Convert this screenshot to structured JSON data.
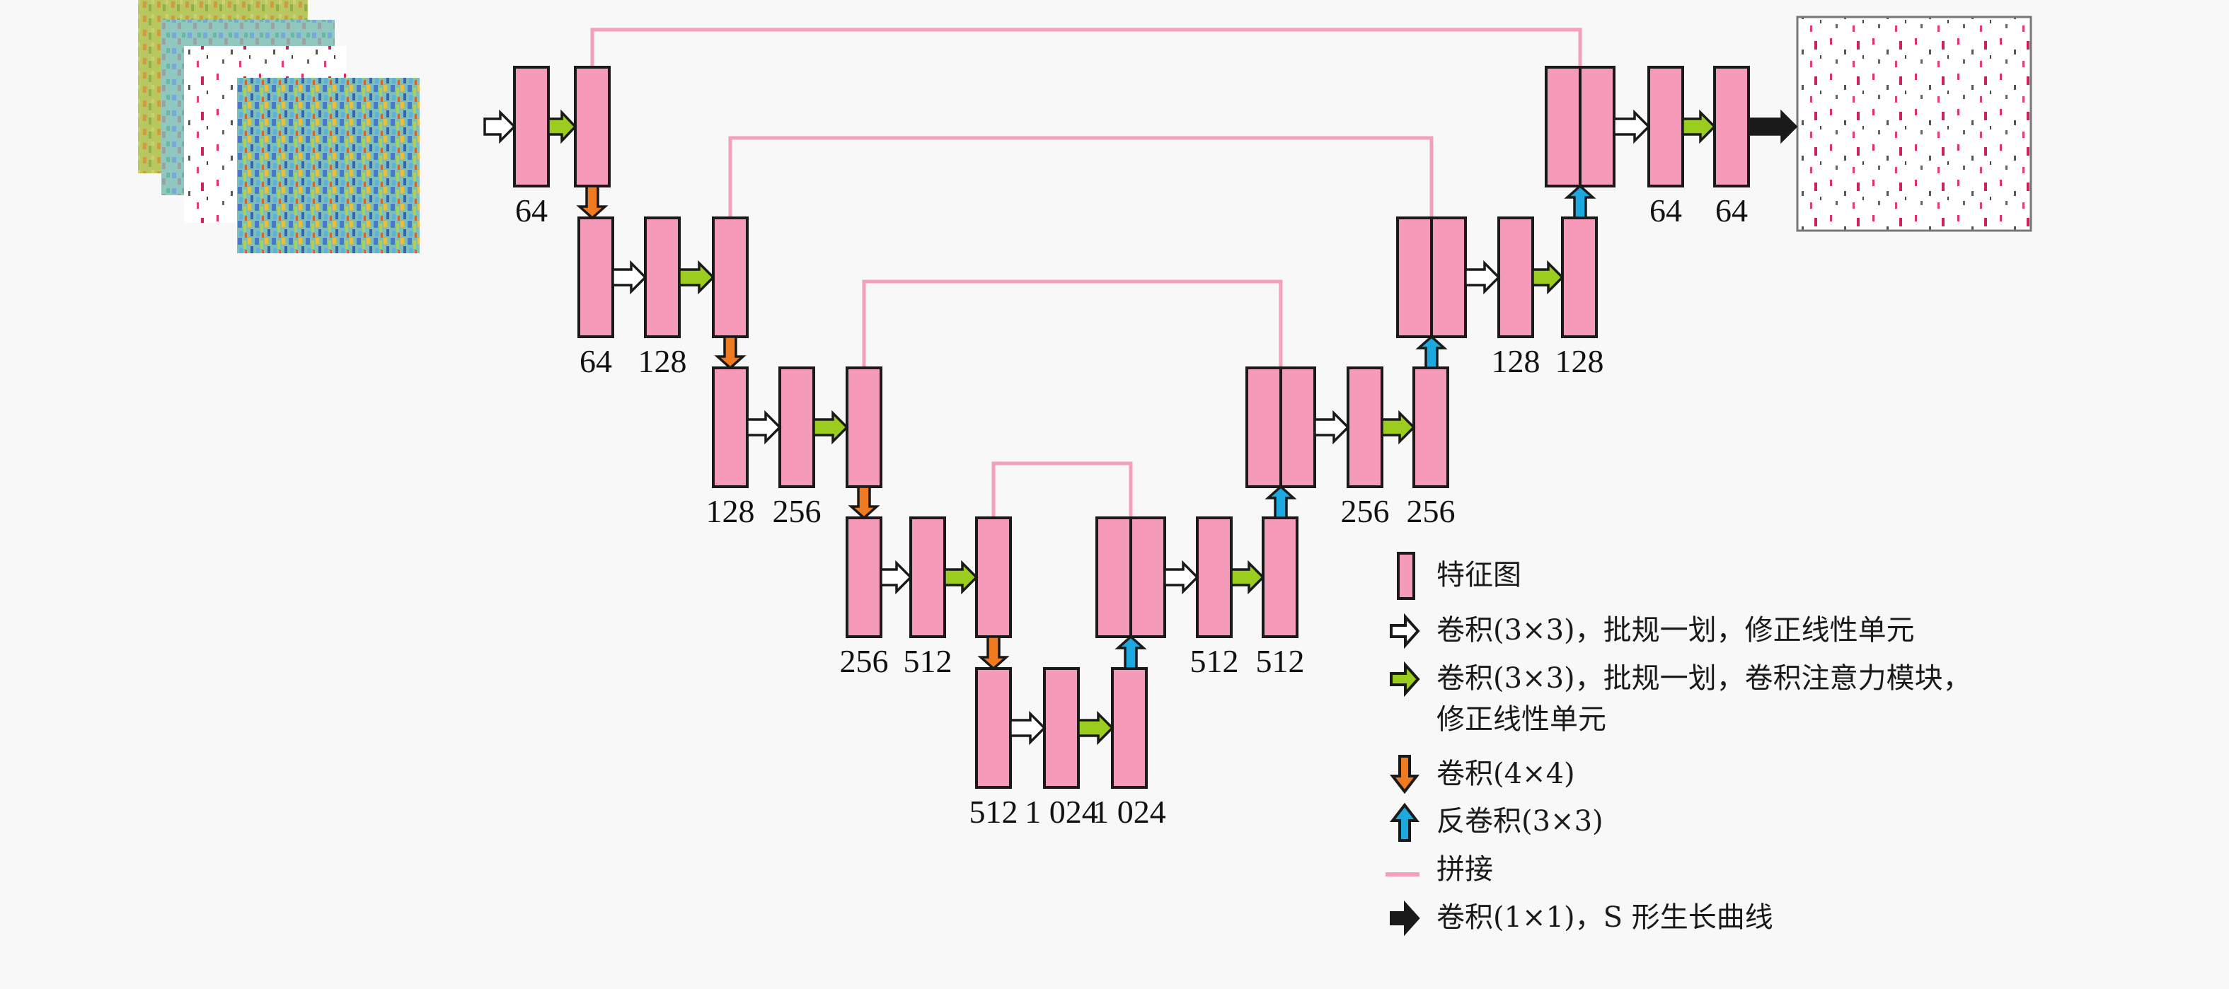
{
  "colors": {
    "feature_map_fill": "#f59ab8",
    "feature_map_stroke": "#1a1a1a",
    "skip_line": "#f4a0bc",
    "conv3_plain_arrow": "#ffffff",
    "conv3_attention_arrow": "#9acd1e",
    "down_conv_arrow": "#f07a20",
    "deconv_arrow": "#1ea8e0",
    "final_arrow": "#1a1a1a"
  },
  "input_image": {
    "name": "input-multichannel-image"
  },
  "output_image": {
    "name": "output-segmentation-map"
  },
  "encoder": [
    {
      "level": 0,
      "labels": [
        "64",
        ""
      ]
    },
    {
      "level": 1,
      "labels": [
        "64",
        "128",
        ""
      ]
    },
    {
      "level": 2,
      "labels": [
        "128",
        "256",
        ""
      ]
    },
    {
      "level": 3,
      "labels": [
        "256",
        "512",
        ""
      ]
    },
    {
      "level": 4,
      "labels": [
        "512",
        "1 024",
        "1 024"
      ]
    }
  ],
  "decoder": [
    {
      "level": 3,
      "labels": [
        "512",
        "512"
      ]
    },
    {
      "level": 2,
      "labels": [
        "256",
        "256"
      ]
    },
    {
      "level": 1,
      "labels": [
        "128",
        "128"
      ]
    },
    {
      "level": 0,
      "labels": [
        "64",
        "64"
      ]
    }
  ],
  "legend": [
    {
      "icon": "feature-map-icon",
      "text": "特征图"
    },
    {
      "icon": "white-arrow-icon",
      "text": "卷积(3×3)，批规一划，修正线性单元"
    },
    {
      "icon": "green-arrow-icon",
      "text": "卷积(3×3)，批规一划，卷积注意力模块，\n修正线性单元"
    },
    {
      "icon": "orange-down-arrow-icon",
      "text": "卷积(4×4)"
    },
    {
      "icon": "blue-up-arrow-icon",
      "text": "反卷积(3×3)"
    },
    {
      "icon": "pink-line-icon",
      "text": "拼接"
    },
    {
      "icon": "black-arrow-icon",
      "text": "卷积(1×1)，S 形生长曲线"
    }
  ]
}
